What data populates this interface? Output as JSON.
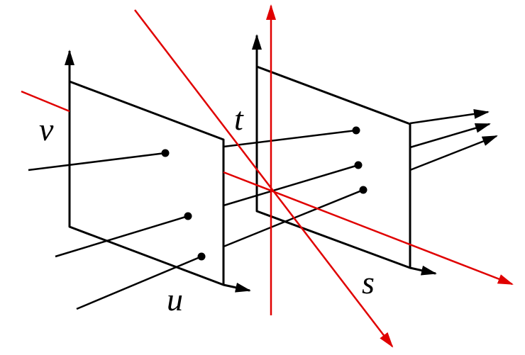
{
  "labels": {
    "u": "u",
    "v": "v",
    "s": "s",
    "t": "t"
  },
  "colors": {
    "ink": "#000000",
    "ray": "#e00000",
    "background": "#ffffff"
  }
}
